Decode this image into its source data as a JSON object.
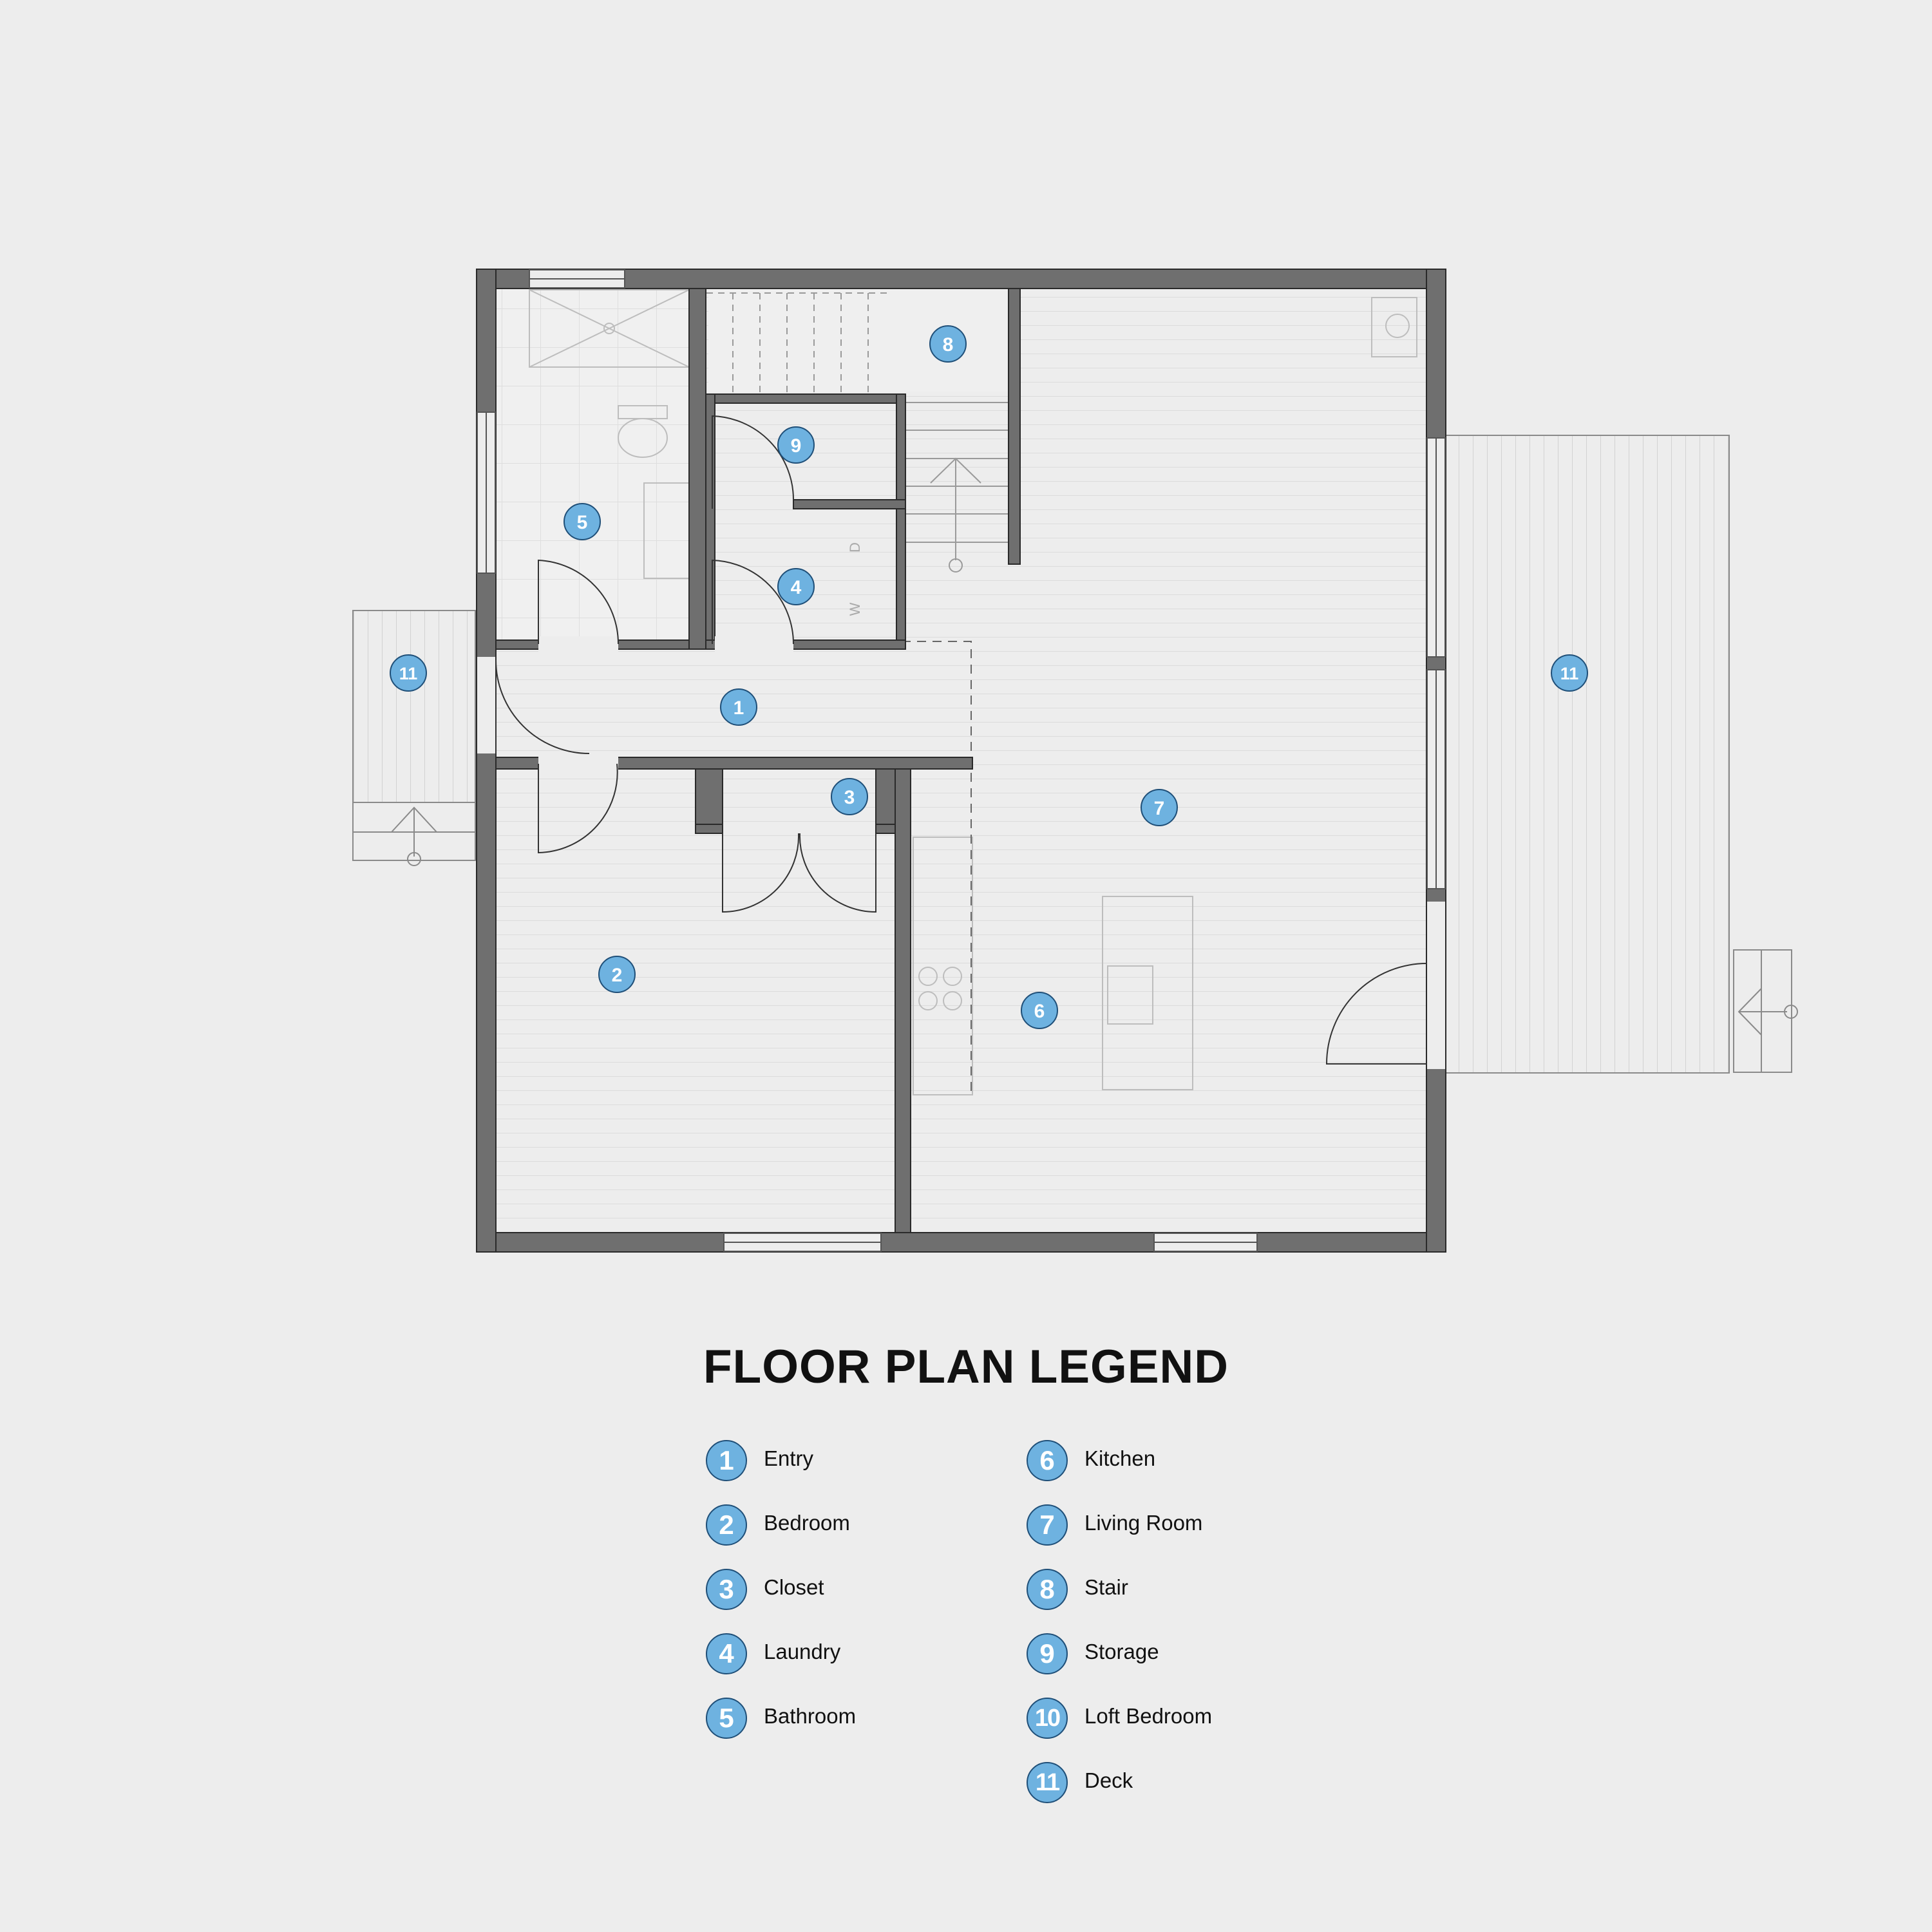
{
  "legend": {
    "title": "FLOOR PLAN LEGEND",
    "items": [
      {
        "number": "1",
        "label": "Entry"
      },
      {
        "number": "2",
        "label": "Bedroom"
      },
      {
        "number": "3",
        "label": "Closet"
      },
      {
        "number": "4",
        "label": "Laundry"
      },
      {
        "number": "5",
        "label": "Bathroom"
      },
      {
        "number": "6",
        "label": "Kitchen"
      },
      {
        "number": "7",
        "label": "Living Room"
      },
      {
        "number": "8",
        "label": "Stair"
      },
      {
        "number": "9",
        "label": "Storage"
      },
      {
        "number": "10",
        "label": "Loft Bedroom"
      },
      {
        "number": "11",
        "label": "Deck"
      }
    ]
  },
  "plan": {
    "room_markers": [
      "1",
      "2",
      "3",
      "4",
      "5",
      "6",
      "7",
      "8",
      "9",
      "11",
      "11"
    ],
    "appliance_labels": {
      "washer": "W",
      "dryer": "D"
    }
  },
  "colors": {
    "background": "#ededed",
    "wall": "#6f6f6f",
    "wall_outline": "#2a2a2a",
    "marker_fill": "#6eb2e0",
    "marker_stroke": "#1f4f78",
    "text": "#111111"
  }
}
